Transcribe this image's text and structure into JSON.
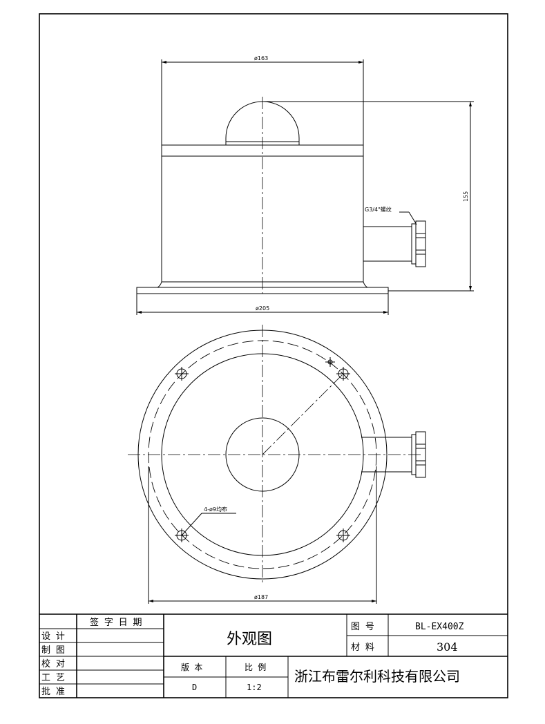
{
  "dimensions": {
    "top_diameter": "ø163",
    "height": "155",
    "base_diameter": "ø205",
    "bolt_circle": "ø187",
    "thread": "G3/4\"螺纹",
    "holes": "4-ø9均布"
  },
  "title_block": {
    "header_sign_date": "签 字 日 期",
    "roles": [
      "设 计",
      "制 图",
      "校 对",
      "工 艺",
      "批 准"
    ],
    "drawing_title": "外观图",
    "label_drawing_no": "图 号",
    "drawing_no": "BL-EX400Z",
    "label_material": "材 料",
    "material": "304",
    "label_version": "版 本",
    "version": "D",
    "label_scale": "比 例",
    "scale": "1:2",
    "company": "浙江布雷尔利科技有限公司"
  }
}
